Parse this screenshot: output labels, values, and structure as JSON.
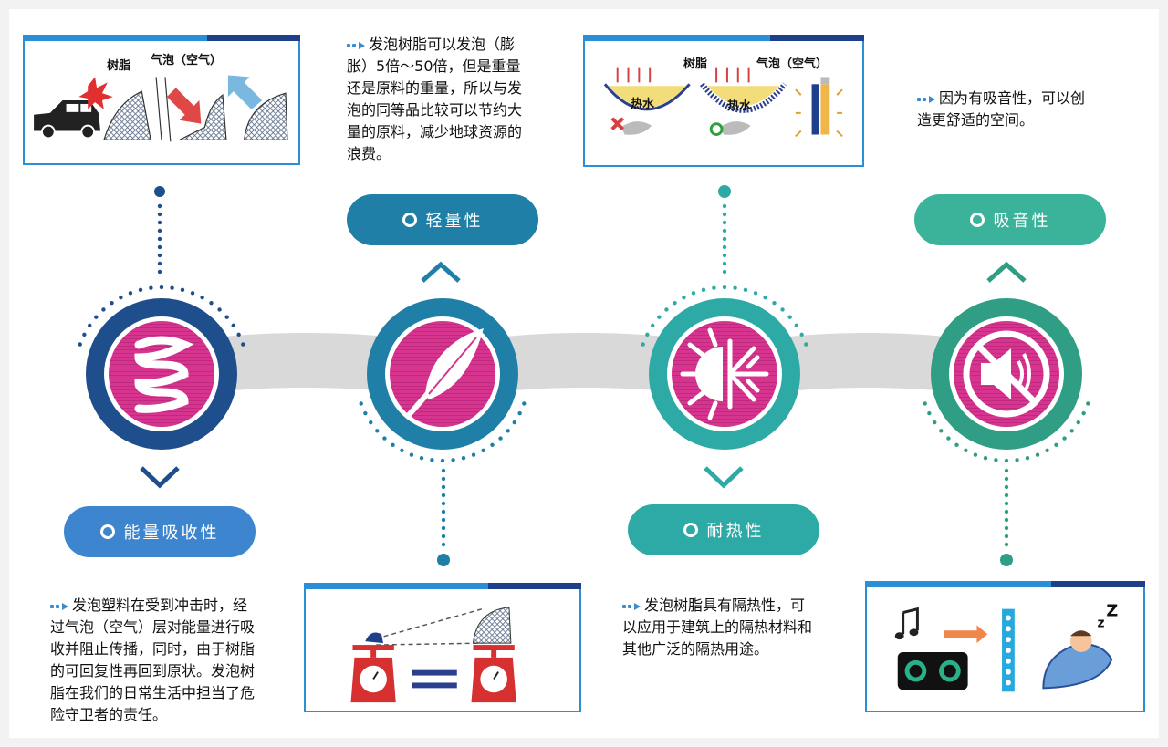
{
  "properties": [
    {
      "label": "能量吸收性",
      "color": "#3d86cf",
      "ring": "#1e4e8c"
    },
    {
      "label": "轻量性",
      "color": "#1f7fa6",
      "ring": "#1f7fa6"
    },
    {
      "label": "耐热性",
      "color": "#2eaaa6",
      "ring": "#2eaaa6"
    },
    {
      "label": "吸音性",
      "color": "#3ab39a",
      "ring": "#2f9e84"
    }
  ],
  "texts": {
    "energy": [
      "发泡塑料在受到冲击时，经",
      "过气泡（空气）层对能量进行吸",
      "收并阻止传播，同时，由于树脂",
      "的可回复性再回到原状。发泡树",
      "脂在我们的日常生活中担当了危",
      "险守卫者的责任。"
    ],
    "light": [
      "发泡树脂可以发泡（膨",
      "胀）5倍～50倍，但是重量",
      "还是原料的重量，所以与发",
      "泡的同等品比较可以节约大",
      "量的原料，减少地球资源的",
      "浪费。"
    ],
    "heat": [
      "发泡树脂具有隔热性，可",
      "以应用于建筑上的隔热材料和",
      "其他广泛的隔热用途。"
    ],
    "sound": [
      "因为有吸音性，可以创",
      "造更舒适的空间。"
    ]
  },
  "card_labels": {
    "resin": "树脂",
    "bubble": "气泡（空气）",
    "hot_water": "热水"
  },
  "icons": [
    "spring-icon",
    "feather-icon",
    "sun-snowflake-icon",
    "mute-speaker-icon"
  ],
  "colors": {
    "magenta": "#d6348f",
    "card_border": "#2a8fd6",
    "card_top": "#1e3f8a",
    "track": "#d9d9d9"
  }
}
